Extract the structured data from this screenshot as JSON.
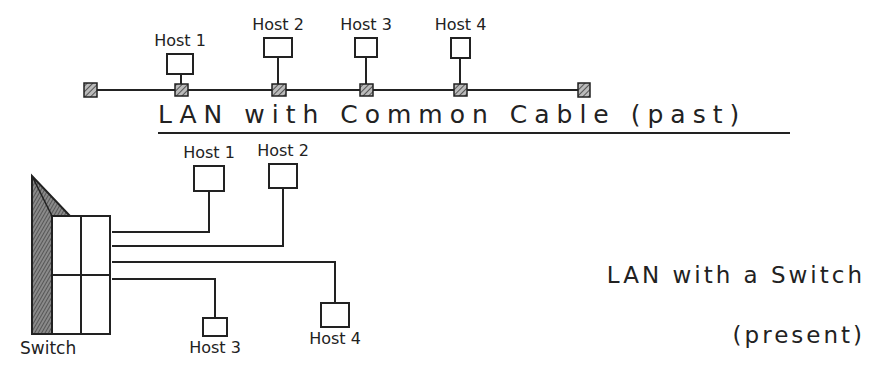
{
  "diagram": {
    "nodes": [
      {
        "text": [
          "Host 1"
        ]
      },
      {
        "text": [
          "Host 2"
        ]
      },
      {
        "text": [
          "Host 3"
        ]
      },
      {
        "text": [
          "Host 4"
        ]
      },
      {
        "text": [
          "Switch"
        ]
      },
      {
        "text": [
          "Host 1"
        ]
      },
      {
        "text": [
          "Host 2"
        ]
      },
      {
        "text": [
          "Host 3"
        ]
      },
      {
        "text": [
          "Host 4"
        ]
      }
    ],
    "edges": [
      {
        "from": 4,
        "to": 5,
        "arrow": "none"
      },
      {
        "from": 4,
        "to": 6,
        "arrow": "none"
      },
      {
        "from": 4,
        "to": 8,
        "arrow": "none"
      },
      {
        "from": 4,
        "to": 7,
        "arrow": "none"
      }
    ],
    "labels": [
      "LAN with Common Cable (past)",
      "LAN with a Switch (present)"
    ]
  }
}
